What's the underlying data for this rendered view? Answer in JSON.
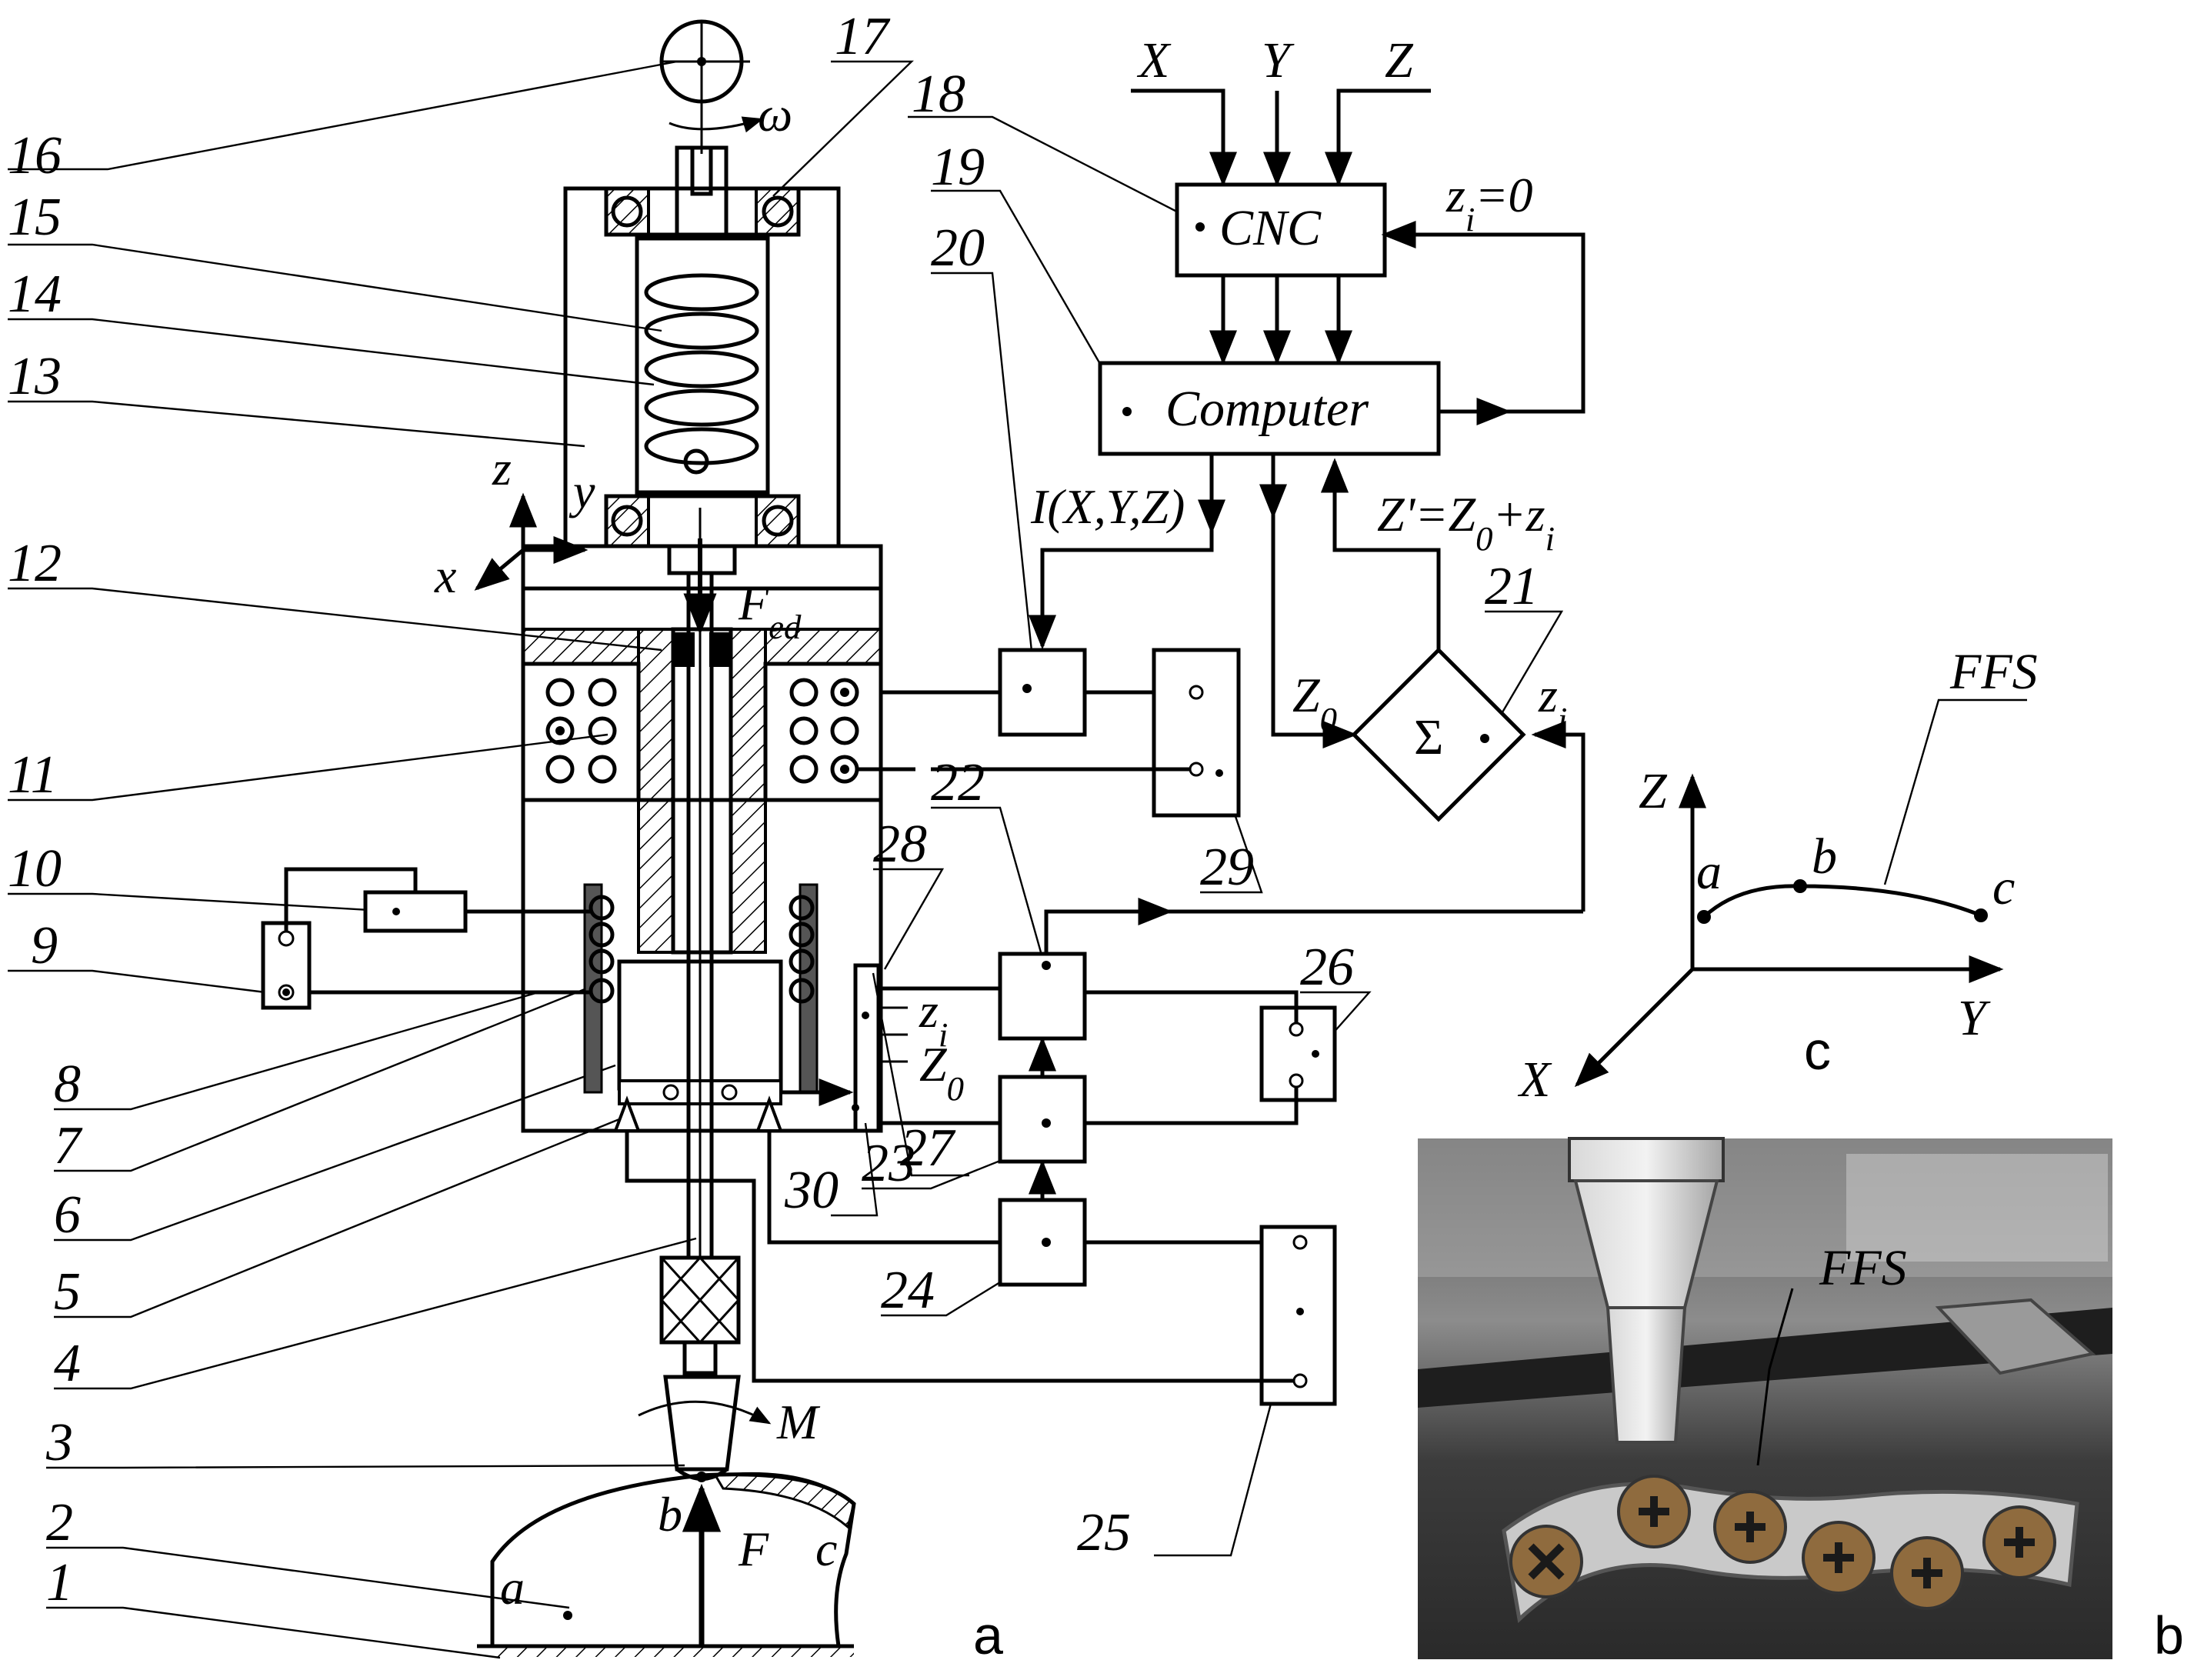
{
  "part_numbers": [
    "1",
    "2",
    "3",
    "4",
    "5",
    "6",
    "7",
    "8",
    "9",
    "10",
    "11",
    "12",
    "13",
    "14",
    "15",
    "16",
    "17",
    "18",
    "19",
    "20",
    "21",
    "22",
    "23",
    "24",
    "25",
    "26",
    "27",
    "28",
    "29",
    "30"
  ],
  "inputs": {
    "x": "X",
    "y": "Y",
    "z": "Z"
  },
  "blocks": {
    "cnc": "CNC",
    "computer": "Computer",
    "sum": "Σ"
  },
  "signals": {
    "zi_zero": "z_i=0",
    "intensity": "I(X,Y,Z)",
    "z_prime": "Z'=Z_0+z_i",
    "z0": "Z_0",
    "zi": "z_i",
    "fed": "F_ed",
    "omega": "ω",
    "moment": "M",
    "force": "F",
    "sensor_zi": "z_i",
    "sensor_z0": "Z_0"
  },
  "axes_small": {
    "z": "z",
    "y": "y",
    "x": "x"
  },
  "workpiece_points": {
    "a": "a",
    "b": "b",
    "c": "c"
  },
  "panel_c": {
    "axis_z": "Z",
    "axis_y": "Y",
    "axis_x": "X",
    "point_a": "a",
    "point_b": "b",
    "point_c": "c",
    "curve_label": "FFS",
    "panel_label": "c"
  },
  "panel_b": {
    "curve_label": "FFS",
    "panel_label": "b"
  },
  "panel_a": {
    "panel_label": "a"
  }
}
